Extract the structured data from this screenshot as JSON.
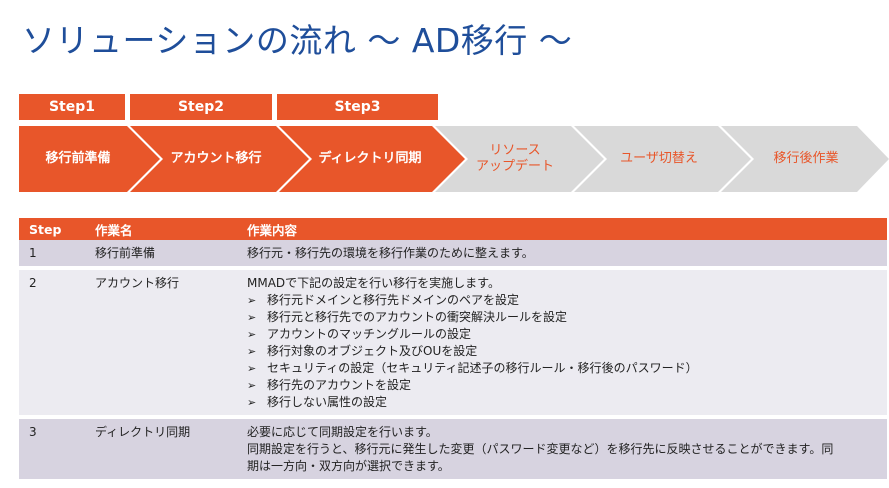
{
  "title": "ソリューションの流れ ～ AD移行 ～",
  "step_tabs": [
    "Step1",
    "Step2",
    "Step3"
  ],
  "flow": [
    {
      "label": "移行前準備",
      "active": true
    },
    {
      "label": "アカウント移行",
      "active": true
    },
    {
      "label": "ディレクトリ同期",
      "active": true
    },
    {
      "label": "リソース\nアップデート",
      "active": false
    },
    {
      "label": "ユーザ切替え",
      "active": false
    },
    {
      "label": "移行後作業",
      "active": false
    }
  ],
  "colors": {
    "accent": "#e8562a",
    "inactive": "#d9d9d9",
    "title": "#1f4e9a"
  },
  "table": {
    "headers": [
      "Step",
      "作業名",
      "作業内容"
    ],
    "rows": [
      {
        "step": "1",
        "name": "移行前準備",
        "lines": [
          "移行元・移行先の環境を移行作業のために整えます。"
        ],
        "bullets": []
      },
      {
        "step": "2",
        "name": "アカウント移行",
        "lines": [
          "MMADで下記の設定を行い移行を実施します。"
        ],
        "bullets": [
          "移行元ドメインと移行先ドメインのペアを設定",
          "移行元と移行先でのアカウントの衝突解決ルールを設定",
          "アカウントのマッチングルールの設定",
          "移行対象のオブジェクト及びOUを設定",
          "セキュリティの設定（セキュリティ記述子の移行ルール・移行後のパスワード）",
          "移行先のアカウントを設定",
          "移行しない属性の設定"
        ]
      },
      {
        "step": "3",
        "name": "ディレクトリ同期",
        "lines": [
          "必要に応じて同期設定を行います。",
          "同期設定を行うと、移行元に発生した変更（パスワード変更など）を移行先に反映させることができます。同",
          "期は一方向・双方向が選択できます。"
        ],
        "bullets": []
      }
    ]
  }
}
